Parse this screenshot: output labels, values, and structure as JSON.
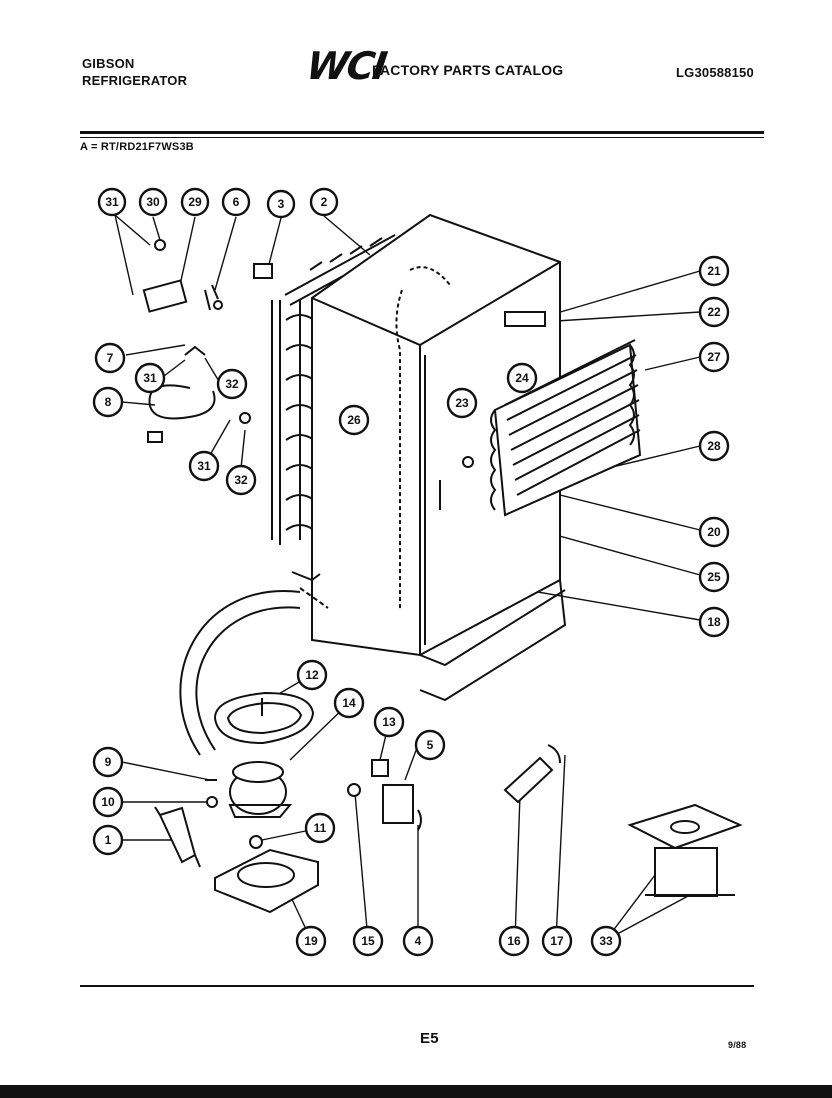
{
  "header": {
    "brand_line1": "GIBSON",
    "brand_line2": "REFRIGERATOR",
    "logo_text": "WCI",
    "catalog_title": "FACTORY PARTS CATALOG",
    "catalog_code": "LG30588150"
  },
  "model_line": "A = RT/RD21F7WS3B",
  "callouts": [
    {
      "id": "c31a",
      "label": "31"
    },
    {
      "id": "c30",
      "label": "30"
    },
    {
      "id": "c29",
      "label": "29"
    },
    {
      "id": "c6",
      "label": "6"
    },
    {
      "id": "c3",
      "label": "3"
    },
    {
      "id": "c2",
      "label": "2"
    },
    {
      "id": "c21",
      "label": "21"
    },
    {
      "id": "c22",
      "label": "22"
    },
    {
      "id": "c27",
      "label": "27"
    },
    {
      "id": "c7",
      "label": "7"
    },
    {
      "id": "c31b",
      "label": "31"
    },
    {
      "id": "c32a",
      "label": "32"
    },
    {
      "id": "c8",
      "label": "8"
    },
    {
      "id": "c23",
      "label": "23"
    },
    {
      "id": "c24",
      "label": "24"
    },
    {
      "id": "c26",
      "label": "26"
    },
    {
      "id": "c28",
      "label": "28"
    },
    {
      "id": "c31c",
      "label": "31"
    },
    {
      "id": "c32b",
      "label": "32"
    },
    {
      "id": "c20",
      "label": "20"
    },
    {
      "id": "c25",
      "label": "25"
    },
    {
      "id": "c18",
      "label": "18"
    },
    {
      "id": "c12",
      "label": "12"
    },
    {
      "id": "c14",
      "label": "14"
    },
    {
      "id": "c13",
      "label": "13"
    },
    {
      "id": "c5",
      "label": "5"
    },
    {
      "id": "c9",
      "label": "9"
    },
    {
      "id": "c10",
      "label": "10"
    },
    {
      "id": "c11",
      "label": "11"
    },
    {
      "id": "c1",
      "label": "1"
    },
    {
      "id": "c19",
      "label": "19"
    },
    {
      "id": "c15",
      "label": "15"
    },
    {
      "id": "c4",
      "label": "4"
    },
    {
      "id": "c16",
      "label": "16"
    },
    {
      "id": "c17",
      "label": "17"
    },
    {
      "id": "c33",
      "label": "33"
    }
  ],
  "footer": {
    "page_number": "E5",
    "date": "9/88"
  }
}
